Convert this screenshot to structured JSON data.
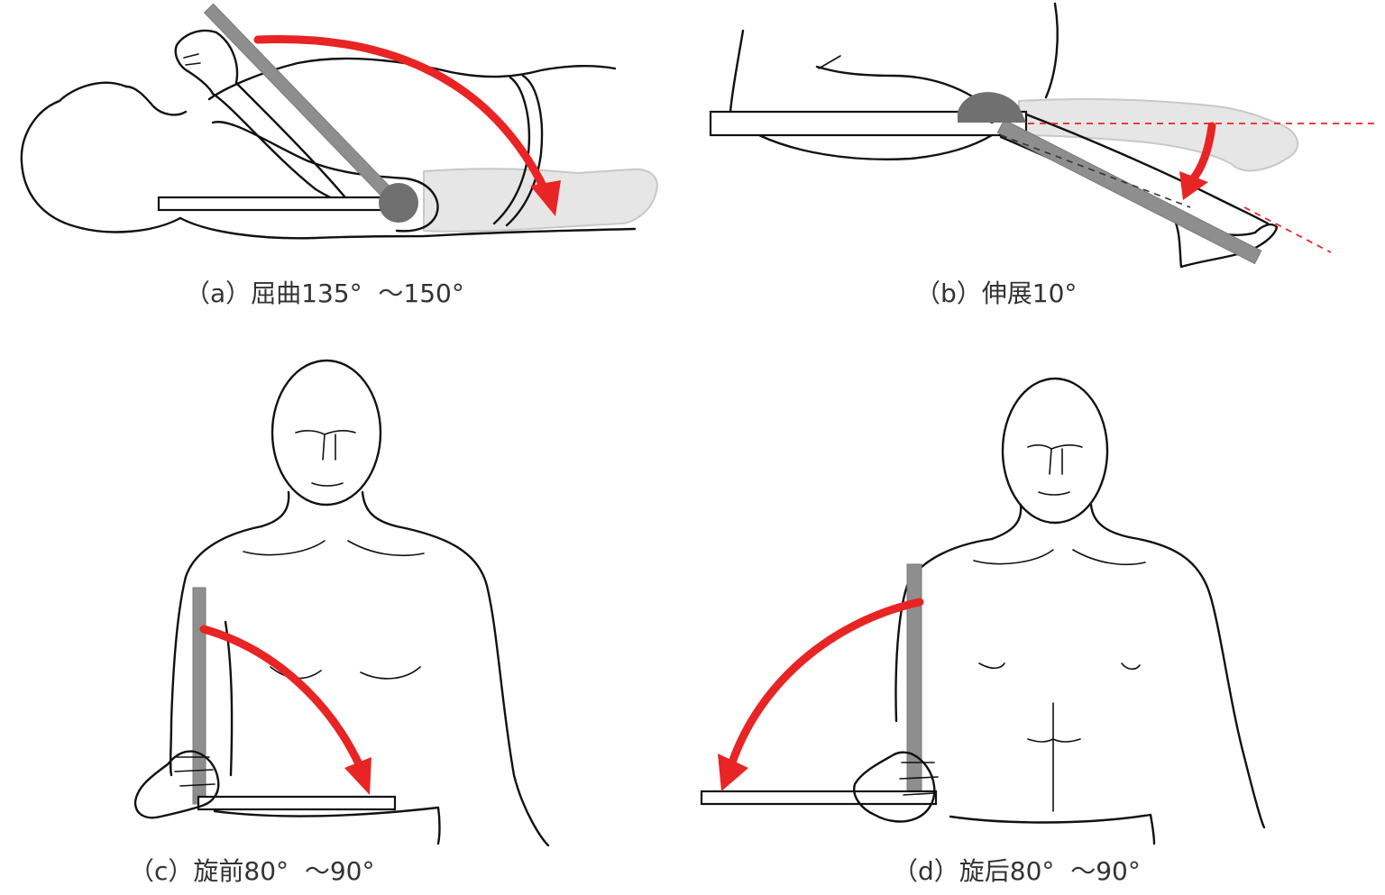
{
  "panels": [
    {
      "id": "a",
      "caption": "（a）屈曲135°  ～150°"
    },
    {
      "id": "b",
      "caption": "（b）伸展10°"
    },
    {
      "id": "c",
      "caption": "（c）旋前80°  ～90°"
    },
    {
      "id": "d",
      "caption": "（d）旋后80°  ～90°"
    }
  ],
  "colors": {
    "arrow": "#e82424",
    "ruler_moving_arm": "#8e8e8e",
    "ruler_fixed_arm": "#ffffff",
    "ghost_limb": "#e6e6e6",
    "outline": "#111111"
  }
}
